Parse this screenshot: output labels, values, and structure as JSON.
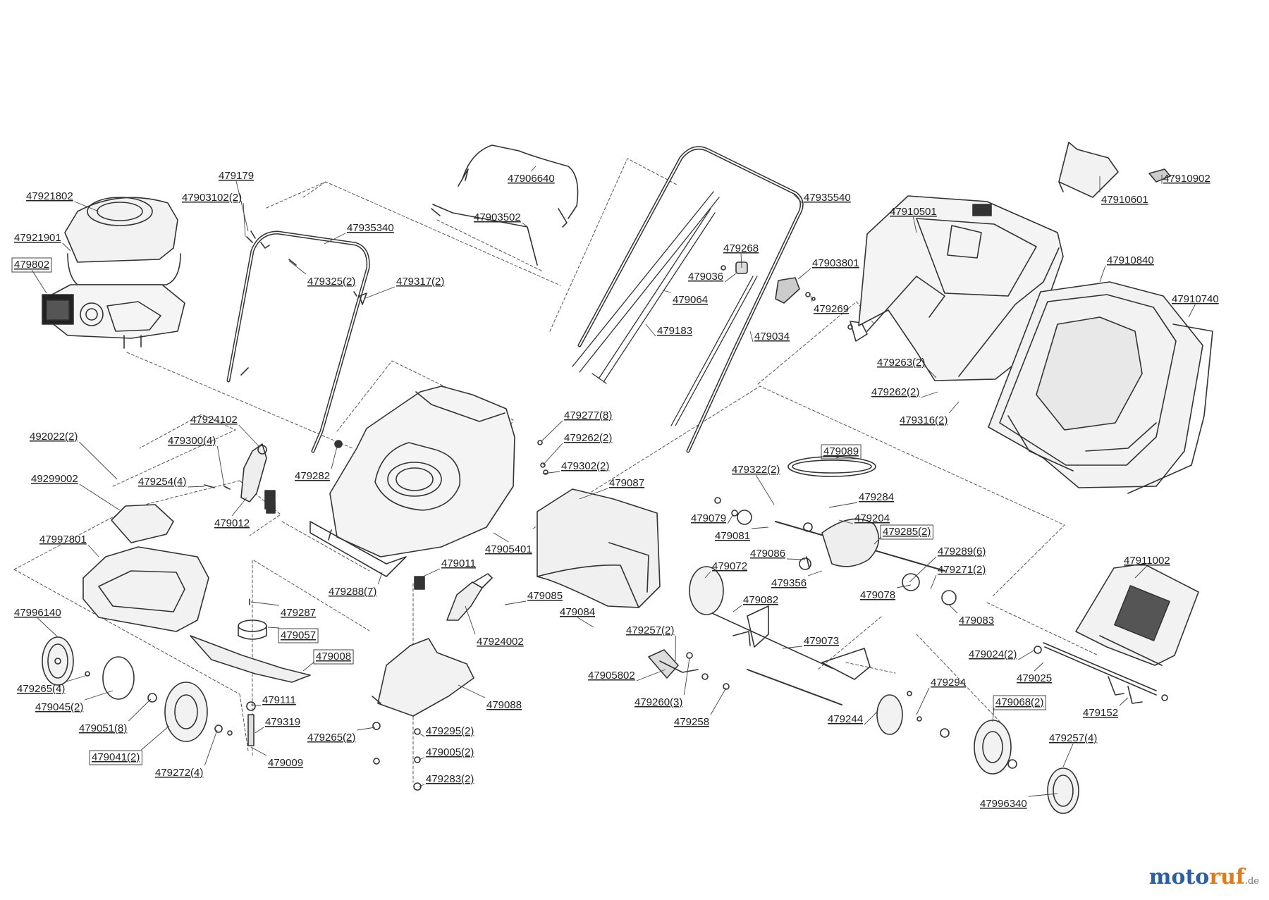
{
  "diagram": {
    "labels": [
      {
        "id": "47921802",
        "text": "47921802",
        "boxed": false
      },
      {
        "id": "47921901",
        "text": "47921901",
        "boxed": false
      },
      {
        "id": "479802",
        "text": "479802",
        "boxed": true
      },
      {
        "id": "479179",
        "text": "479179",
        "boxed": false
      },
      {
        "id": "47903102",
        "text": "47903102(2)",
        "boxed": false
      },
      {
        "id": "47935340",
        "text": "47935340",
        "boxed": false
      },
      {
        "id": "479325",
        "text": "479325(2)",
        "boxed": false
      },
      {
        "id": "479317",
        "text": "479317(2)",
        "boxed": false
      },
      {
        "id": "47906640",
        "text": "47906640",
        "boxed": false
      },
      {
        "id": "47903502",
        "text": "47903502",
        "boxed": false
      },
      {
        "id": "47935540",
        "text": "47935540",
        "boxed": false
      },
      {
        "id": "479268",
        "text": "479268",
        "boxed": false
      },
      {
        "id": "479036",
        "text": "479036",
        "boxed": false
      },
      {
        "id": "47903801",
        "text": "47903801",
        "boxed": false
      },
      {
        "id": "479064",
        "text": "479064",
        "boxed": false
      },
      {
        "id": "479269",
        "text": "479269",
        "boxed": false
      },
      {
        "id": "479183",
        "text": "479183",
        "boxed": false
      },
      {
        "id": "479034",
        "text": "479034",
        "boxed": false
      },
      {
        "id": "47910501",
        "text": "47910501",
        "boxed": false
      },
      {
        "id": "47910601",
        "text": "47910601",
        "boxed": false
      },
      {
        "id": "47910902",
        "text": "47910902",
        "boxed": false
      },
      {
        "id": "47910840",
        "text": "47910840",
        "boxed": false
      },
      {
        "id": "47910740",
        "text": "47910740",
        "boxed": false
      },
      {
        "id": "479263",
        "text": "479263(2)",
        "boxed": false
      },
      {
        "id": "479262a",
        "text": "479262(2)",
        "boxed": false
      },
      {
        "id": "479316",
        "text": "479316(2)",
        "boxed": false
      },
      {
        "id": "47924102",
        "text": "47924102",
        "boxed": false
      },
      {
        "id": "492022",
        "text": "492022(2)",
        "boxed": false
      },
      {
        "id": "479300",
        "text": "479300(4)",
        "boxed": false
      },
      {
        "id": "49299002",
        "text": "49299002",
        "boxed": false
      },
      {
        "id": "479254",
        "text": "479254(4)",
        "boxed": false
      },
      {
        "id": "479282",
        "text": "479282",
        "boxed": false
      },
      {
        "id": "479012",
        "text": "479012",
        "boxed": false
      },
      {
        "id": "479277",
        "text": "479277(8)",
        "boxed": false
      },
      {
        "id": "479262b",
        "text": "479262(2)",
        "boxed": false
      },
      {
        "id": "479302",
        "text": "479302(2)",
        "boxed": false
      },
      {
        "id": "479087",
        "text": "479087",
        "boxed": false
      },
      {
        "id": "47997801",
        "text": "47997801",
        "boxed": false
      },
      {
        "id": "47905401",
        "text": "47905401",
        "boxed": false
      },
      {
        "id": "479011",
        "text": "479011",
        "boxed": false
      },
      {
        "id": "479288",
        "text": "479288(7)",
        "boxed": false
      },
      {
        "id": "479089",
        "text": "479089",
        "boxed": true
      },
      {
        "id": "479322",
        "text": "479322(2)",
        "boxed": false
      },
      {
        "id": "479284",
        "text": "479284",
        "boxed": false
      },
      {
        "id": "479079",
        "text": "479079",
        "boxed": false
      },
      {
        "id": "479204",
        "text": "479204",
        "boxed": false
      },
      {
        "id": "479081",
        "text": "479081",
        "boxed": false
      },
      {
        "id": "479285",
        "text": "479285(2)",
        "boxed": true
      },
      {
        "id": "479086",
        "text": "479086",
        "boxed": false
      },
      {
        "id": "479289",
        "text": "479289(6)",
        "boxed": false
      },
      {
        "id": "479072",
        "text": "479072",
        "boxed": false
      },
      {
        "id": "479271",
        "text": "479271(2)",
        "boxed": false
      },
      {
        "id": "479356",
        "text": "479356",
        "boxed": false
      },
      {
        "id": "479078",
        "text": "479078",
        "boxed": false
      },
      {
        "id": "479082",
        "text": "479082",
        "boxed": false
      },
      {
        "id": "479083",
        "text": "479083",
        "boxed": false
      },
      {
        "id": "47911002",
        "text": "47911002",
        "boxed": false
      },
      {
        "id": "479085",
        "text": "479085",
        "boxed": false
      },
      {
        "id": "479287",
        "text": "479287",
        "boxed": false
      },
      {
        "id": "479084",
        "text": "479084",
        "boxed": false
      },
      {
        "id": "47924002",
        "text": "47924002",
        "boxed": false
      },
      {
        "id": "479057",
        "text": "479057",
        "boxed": true
      },
      {
        "id": "479008",
        "text": "479008",
        "boxed": true
      },
      {
        "id": "479257a",
        "text": "479257(2)",
        "boxed": false
      },
      {
        "id": "479073",
        "text": "479073",
        "boxed": false
      },
      {
        "id": "479024",
        "text": "479024(2)",
        "boxed": false
      },
      {
        "id": "47996140",
        "text": "47996140",
        "boxed": false
      },
      {
        "id": "47905802",
        "text": "47905802",
        "boxed": false
      },
      {
        "id": "479025",
        "text": "479025",
        "boxed": false
      },
      {
        "id": "479265a",
        "text": "479265(4)",
        "boxed": false
      },
      {
        "id": "479111",
        "text": "479111",
        "boxed": false
      },
      {
        "id": "479088",
        "text": "479088",
        "boxed": false
      },
      {
        "id": "479260",
        "text": "479260(3)",
        "boxed": false
      },
      {
        "id": "479294",
        "text": "479294",
        "boxed": false
      },
      {
        "id": "479045",
        "text": "479045(2)",
        "boxed": false
      },
      {
        "id": "479319",
        "text": "479319",
        "boxed": false
      },
      {
        "id": "479258",
        "text": "479258",
        "boxed": false
      },
      {
        "id": "479068",
        "text": "479068(2)",
        "boxed": true
      },
      {
        "id": "479152",
        "text": "479152",
        "boxed": false
      },
      {
        "id": "479051",
        "text": "479051(8)",
        "boxed": false
      },
      {
        "id": "479295",
        "text": "479295(2)",
        "boxed": false
      },
      {
        "id": "479244",
        "text": "479244",
        "boxed": false
      },
      {
        "id": "479265b",
        "text": "479265(2)",
        "boxed": false
      },
      {
        "id": "479257b",
        "text": "479257(4)",
        "boxed": false
      },
      {
        "id": "479041",
        "text": "479041(2)",
        "boxed": true
      },
      {
        "id": "479005",
        "text": "479005(2)",
        "boxed": false
      },
      {
        "id": "479009",
        "text": "479009",
        "boxed": false
      },
      {
        "id": "479272",
        "text": "479272(4)",
        "boxed": false
      },
      {
        "id": "479283",
        "text": "479283(2)",
        "boxed": false
      },
      {
        "id": "47996340",
        "text": "47996340",
        "boxed": false
      }
    ]
  },
  "brand": {
    "main": "moto",
    "accent": "ruf",
    "tld": ".de"
  },
  "colors": {
    "line": "#333333",
    "dash": "#555555",
    "label": "#222222",
    "fill": "#f2f2f2",
    "brandBlue": "#2a5fa8",
    "brandOrange": "#e07a1a"
  }
}
